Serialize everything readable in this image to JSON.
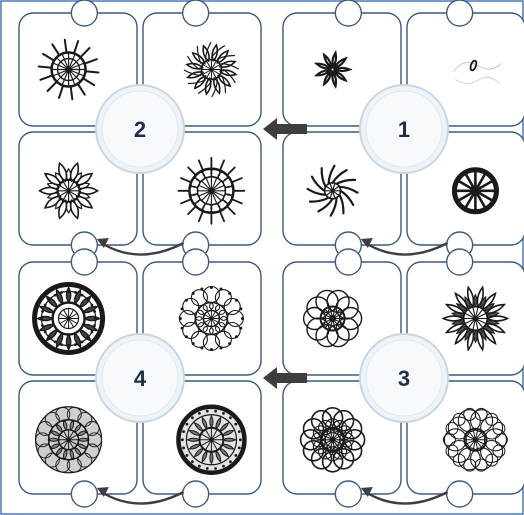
{
  "colors": {
    "frame": "#4a78b8",
    "tile_stroke": "#3c5a80",
    "hub_fill": "#eef3f8",
    "hub_stroke": "#c9d6e4",
    "ink": "#1a1a1a",
    "arrow": "#3e3e3e",
    "number": "#1f2e4a"
  },
  "panels": [
    {
      "number": "1",
      "row": 0,
      "col": 1,
      "flow_arrow": "left",
      "drawings": [
        "flower-sketch",
        "faint-outline-sketch",
        "spiral-rays",
        "spoked-wheel"
      ]
    },
    {
      "number": "2",
      "row": 0,
      "col": 0,
      "flow_arrow": "none",
      "drawings": [
        "spiky-wheel",
        "petal-wheel",
        "lotus-wheel",
        "rayed-wheel"
      ]
    },
    {
      "number": "3",
      "row": 1,
      "col": 1,
      "flow_arrow": "left",
      "drawings": [
        "loop-mandala",
        "star-mandala",
        "ring-loop-mandala",
        "lace-mandala"
      ]
    },
    {
      "number": "4",
      "row": 1,
      "col": 0,
      "flow_arrow": "none",
      "drawings": [
        "dense-mandala",
        "beaded-mandala",
        "shaded-mandala",
        "bordered-mandala"
      ]
    }
  ],
  "icons": {
    "flow_arrow": "flow-arrow-left-icon",
    "curved_arrow": "curved-arrow-icon"
  }
}
